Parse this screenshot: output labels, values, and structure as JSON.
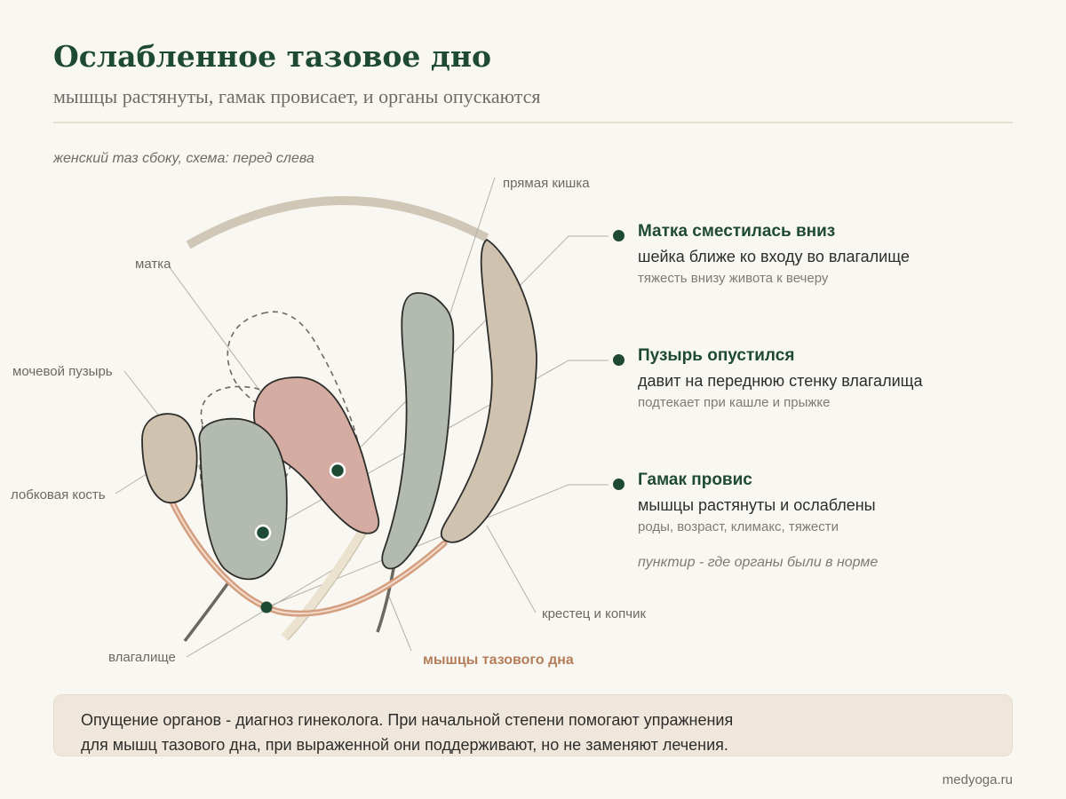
{
  "header": {
    "title": "Ослабленное тазовое дно",
    "subtitle": "мышцы растянуты, гамак провисает, и органы опускаются"
  },
  "diagram": {
    "caption": "женский таз сбоку, схема: перед слева",
    "labels": {
      "rectum": "прямая кишка",
      "uterus": "матка",
      "bladder": "мочевой пузырь",
      "pubic_bone": "лобковая кость",
      "vagina": "влагалище",
      "pelvic_floor_muscles": "мышцы тазового дна",
      "sacrum_coccyx": "крестец и копчик"
    },
    "colors": {
      "uterus": "#d4aca1",
      "bladder": "#b3bab0",
      "rectum": "#b3bab0",
      "bone": "#cfc3b0",
      "muscle": "#ddb498",
      "accent": "#1e4a34"
    }
  },
  "notes": [
    {
      "heading": "Матка сместилась вниз",
      "text": "шейка ближе ко входу во влагалище",
      "sub": "тяжесть внизу живота к вечеру"
    },
    {
      "heading": "Пузырь опустился",
      "text": "давит на переднюю стенку влагалища",
      "sub": "подтекает при кашле и прыжке"
    },
    {
      "heading": "Гамак провис",
      "text": "мышцы растянуты и ослаблены",
      "sub": "роды, возраст, климакс, тяжести"
    }
  ],
  "legend_note": "пунктир - где органы были в норме",
  "footer": {
    "line1": "Опущение органов - диагноз гинеколога. При начальной степени помогают упражнения",
    "line2": "для мышц тазового дна, при выраженной они поддерживают, но не заменяют лечения."
  },
  "site": "medyoga.ru"
}
